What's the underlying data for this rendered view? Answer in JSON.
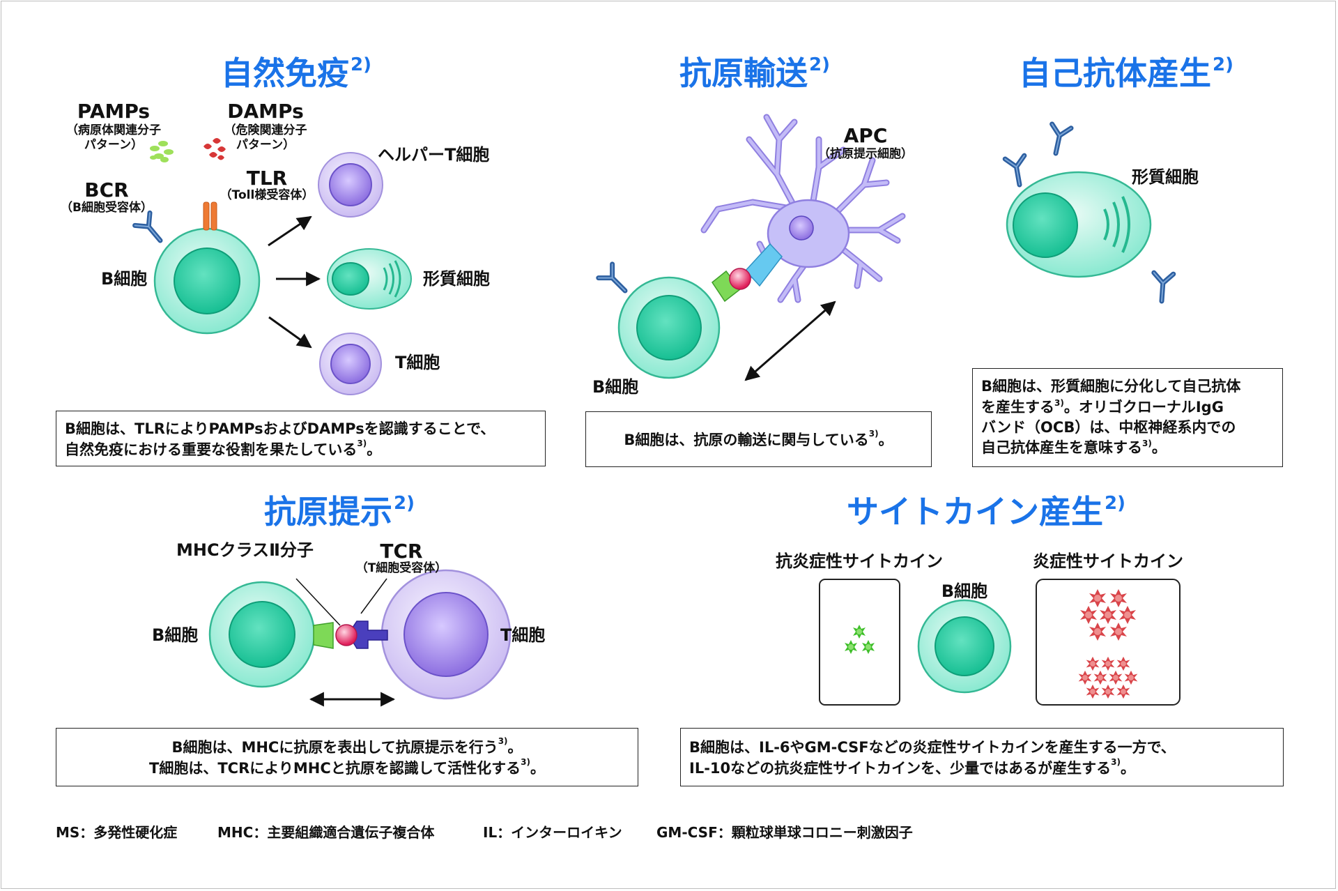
{
  "headings": {
    "innate": "自然免疫",
    "transport": "抗原輸送",
    "autoab": "自己抗体産生",
    "presentation": "抗原提示",
    "cytokine": "サイトカイン産生",
    "ref": "2)"
  },
  "innate": {
    "pamps": "PAMPs",
    "pamps_sub1": "（病原体関連分子",
    "pamps_sub2": "パターン）",
    "damps": "DAMPs",
    "damps_sub1": "（危険関連分子",
    "damps_sub2": "パターン）",
    "bcr": "BCR",
    "bcr_sub": "（B細胞受容体）",
    "tlr": "TLR",
    "tlr_sub": "（Toll様受容体）",
    "b_cell": "B細胞",
    "helper_t": "ヘルパーT細胞",
    "plasma_cell": "形質細胞",
    "t_cell": "T細胞",
    "box_line1": "B細胞は、TLRによりPAMPsおよびDAMPsを認識することで、",
    "box_line2": "自然免疫における重要な役割を果たしている",
    "box_tail": "。"
  },
  "transport": {
    "apc": "APC",
    "apc_sub": "（抗原提示細胞）",
    "b_cell": "B細胞",
    "box_line1": "B細胞は、抗原の輸送に関与している",
    "box_tail": "。"
  },
  "autoab": {
    "plasma_cell": "形質細胞",
    "box_line1": "B細胞は、形質細胞に分化して自己抗体",
    "box_line2": "を産生する",
    "box_line2_tail": "。オリゴクローナルIgG",
    "box_line3": "バンド（OCB）は、中枢神経系内での",
    "box_line4": "自己抗体産生を意味する",
    "box_tail": "。"
  },
  "presentation": {
    "mhc": "MHCクラスⅡ分子",
    "tcr": "TCR",
    "tcr_sub": "（T細胞受容体）",
    "b_cell": "B細胞",
    "t_cell": "T細胞",
    "box_line1": "B細胞は、MHCに抗原を表出して抗原提示を行う",
    "box_line2": "T細胞は、TCRによりMHCと抗原を認識して活性化する",
    "box_tail": "。"
  },
  "cytokine": {
    "anti_inflam": "抗炎症性サイトカイン",
    "inflam": "炎症性サイトカイン",
    "b_cell": "B細胞",
    "box_line1": "B細胞は、IL-6やGM-CSFなどの炎症性サイトカインを産生する一方で、",
    "box_line2": "IL-10などの抗炎症性サイトカインを、少量ではあるが産生する",
    "box_tail": "。"
  },
  "cite": "3)",
  "footnotes": {
    "ms": "MS：多発性硬化症",
    "mhc": "MHC：主要組織適合遺伝子複合体",
    "il": "IL：インターロイキン",
    "gmcsf": "GM-CSF：顆粒球単球コロニー刺激因子"
  },
  "colors": {
    "heading": "#1a73e8",
    "b_cell": "#6ee0c4",
    "t_cell": "#b7a6ee",
    "apc": "#b6b4f4",
    "bcr": "#2d5fa0",
    "tlr": "#ee7a33",
    "mhc": "#7ed957",
    "tcr": "#3b31a8",
    "antigen": "#e8336b",
    "anti_inflam_cytokine": "#3fbf2a",
    "inflam_cytokine": "#d9454a"
  }
}
